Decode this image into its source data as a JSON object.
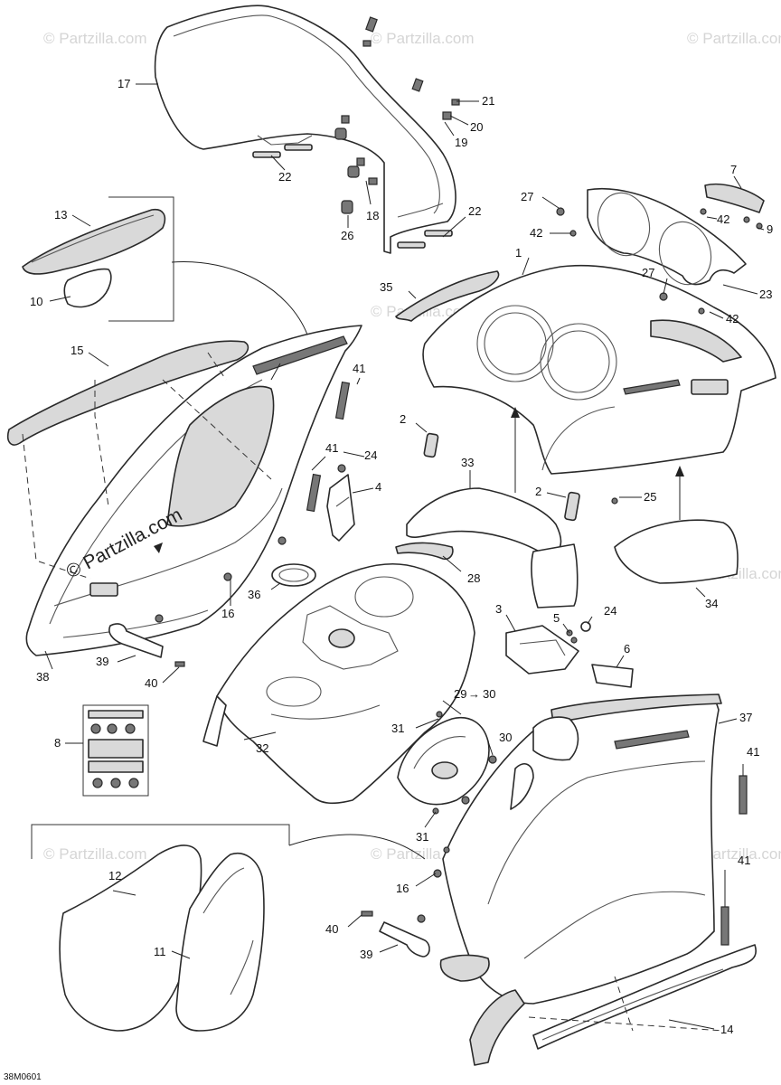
{
  "watermark": "© Partzilla.com",
  "reference_code": "38M0601",
  "callouts": [
    "1",
    "2",
    "2",
    "3",
    "4",
    "5",
    "6",
    "7",
    "8",
    "9",
    "10",
    "11",
    "12",
    "13",
    "14",
    "15",
    "16",
    "16",
    "17",
    "18",
    "19",
    "20",
    "21",
    "22",
    "22",
    "23",
    "24",
    "24",
    "25",
    "26",
    "27",
    "27",
    "28",
    "29",
    "30",
    "30",
    "31",
    "31",
    "32",
    "33",
    "34",
    "35",
    "36",
    "37",
    "38",
    "39",
    "39",
    "40",
    "40",
    "41",
    "41",
    "41",
    "41",
    "42",
    "42",
    "42"
  ],
  "arrow_callout": {
    "from": "29",
    "arrow": "→",
    "to": "30"
  }
}
